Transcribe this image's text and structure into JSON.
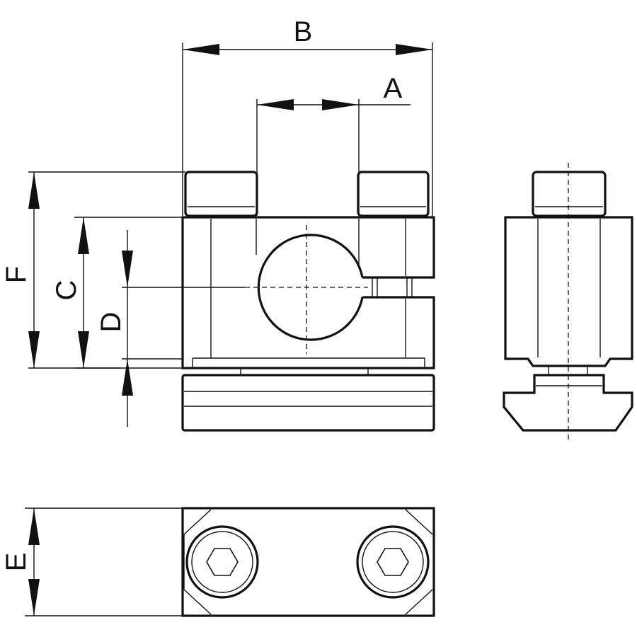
{
  "dimensions": {
    "a": "A",
    "b": "B",
    "c": "C",
    "d": "D",
    "e": "E",
    "f": "F"
  }
}
